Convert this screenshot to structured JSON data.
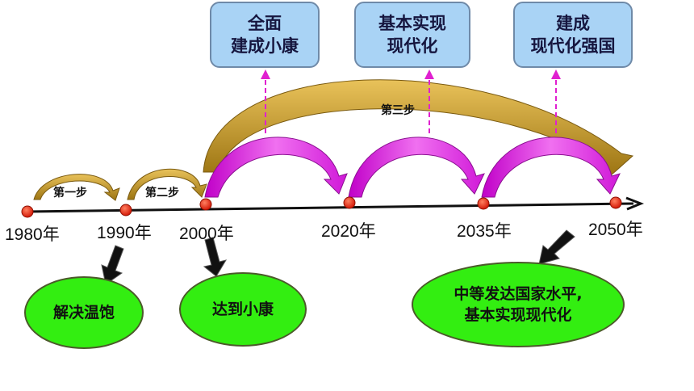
{
  "goals": [
    {
      "line1": "全面",
      "line2": "建成小康"
    },
    {
      "line1": "基本实现",
      "line2": "现代化"
    },
    {
      "line1": "建成",
      "line2": "现代化强国"
    }
  ],
  "years": [
    "1980年",
    "1990年",
    "2000年",
    "2020年",
    "2035年",
    "2050年"
  ],
  "steps": {
    "first": "第一步",
    "second": "第二步",
    "third": "第三步"
  },
  "achievements": {
    "y1990": "解决温饱",
    "y2000": "达到小康",
    "y2050_line1": "中等发达国家水平,",
    "y2050_line2": "基本实现现代化"
  },
  "colors": {
    "gold_arrow": "#b8921a",
    "magenta_arrow": "#e020d0",
    "milestone_dot": "#e02010",
    "oval_fill": "#33ee11",
    "goal_box_fill": "#a9d3f5"
  }
}
